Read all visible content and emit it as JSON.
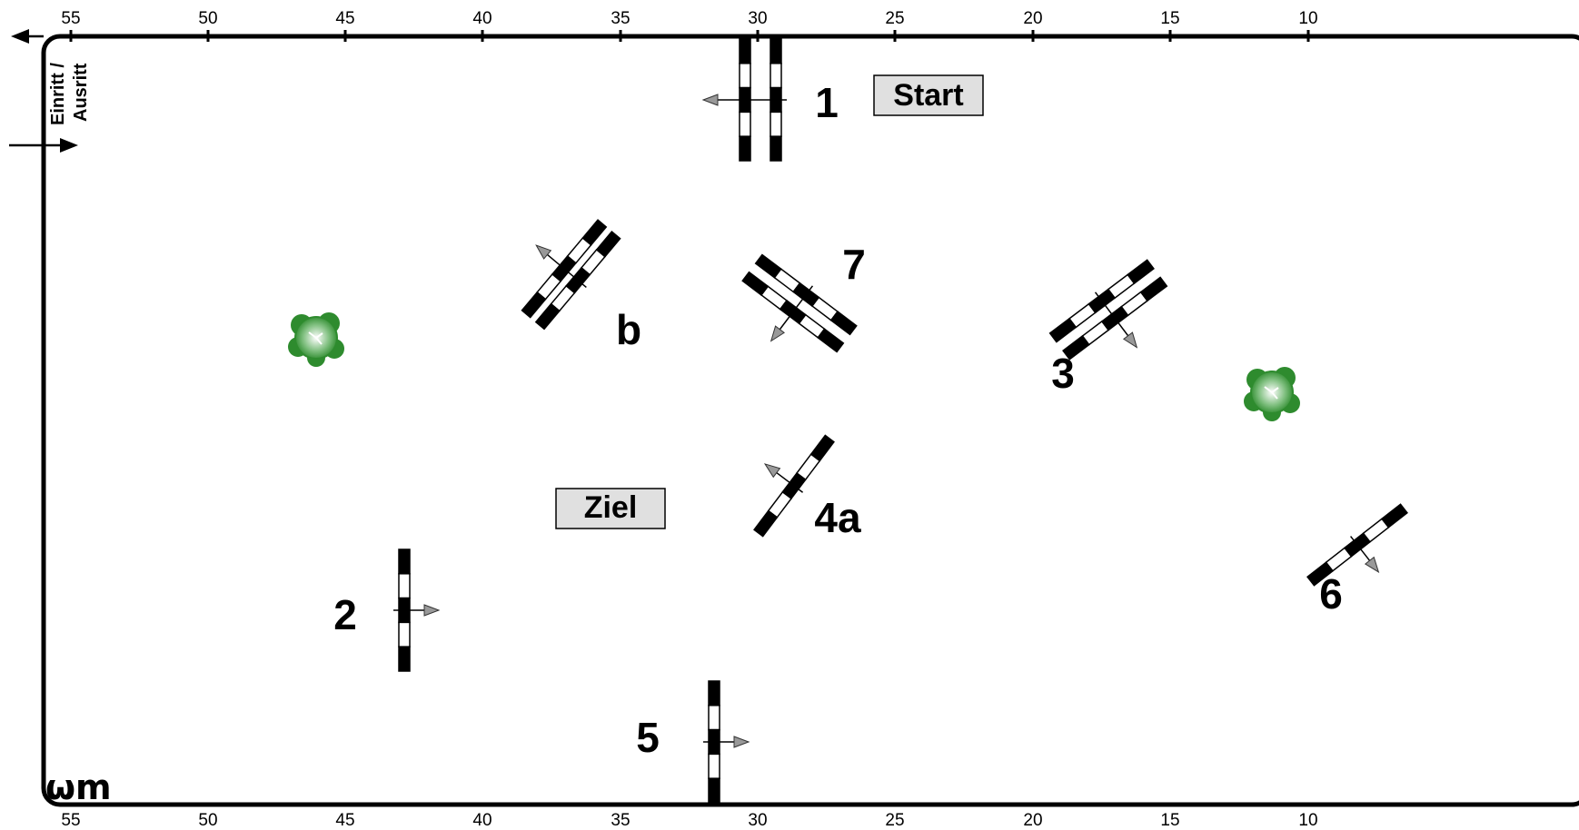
{
  "course": {
    "ruler_top": [
      "55",
      "50",
      "45",
      "40",
      "35",
      "30",
      "25",
      "20",
      "15",
      "10"
    ],
    "ruler_bottom": [
      "55",
      "50",
      "45",
      "40",
      "35",
      "30",
      "25",
      "20",
      "15",
      "10"
    ],
    "entry_label_line1": "Einritt /",
    "entry_label_line2": "Ausritt",
    "start_sign": "Start",
    "finish_sign": "Ziel",
    "logo": "ωm",
    "obstacles": [
      {
        "id": "1",
        "label": "1",
        "type": "oxer"
      },
      {
        "id": "b",
        "label": "b",
        "type": "oxer"
      },
      {
        "id": "7",
        "label": "7",
        "type": "oxer"
      },
      {
        "id": "3",
        "label": "3",
        "type": "oxer"
      },
      {
        "id": "4a",
        "label": "4a",
        "type": "vertical"
      },
      {
        "id": "2",
        "label": "2",
        "type": "vertical"
      },
      {
        "id": "5",
        "label": "5",
        "type": "vertical"
      },
      {
        "id": "6",
        "label": "6",
        "type": "vertical"
      }
    ],
    "colors": {
      "pole_dark": "#000000",
      "pole_light": "#ffffff",
      "sign_fill": "#e0e0e0",
      "arrow_fill": "#999999",
      "tree_green": "#2e8b2e"
    },
    "icons": [
      "tree-icon",
      "direction-arrow-icon"
    ]
  }
}
